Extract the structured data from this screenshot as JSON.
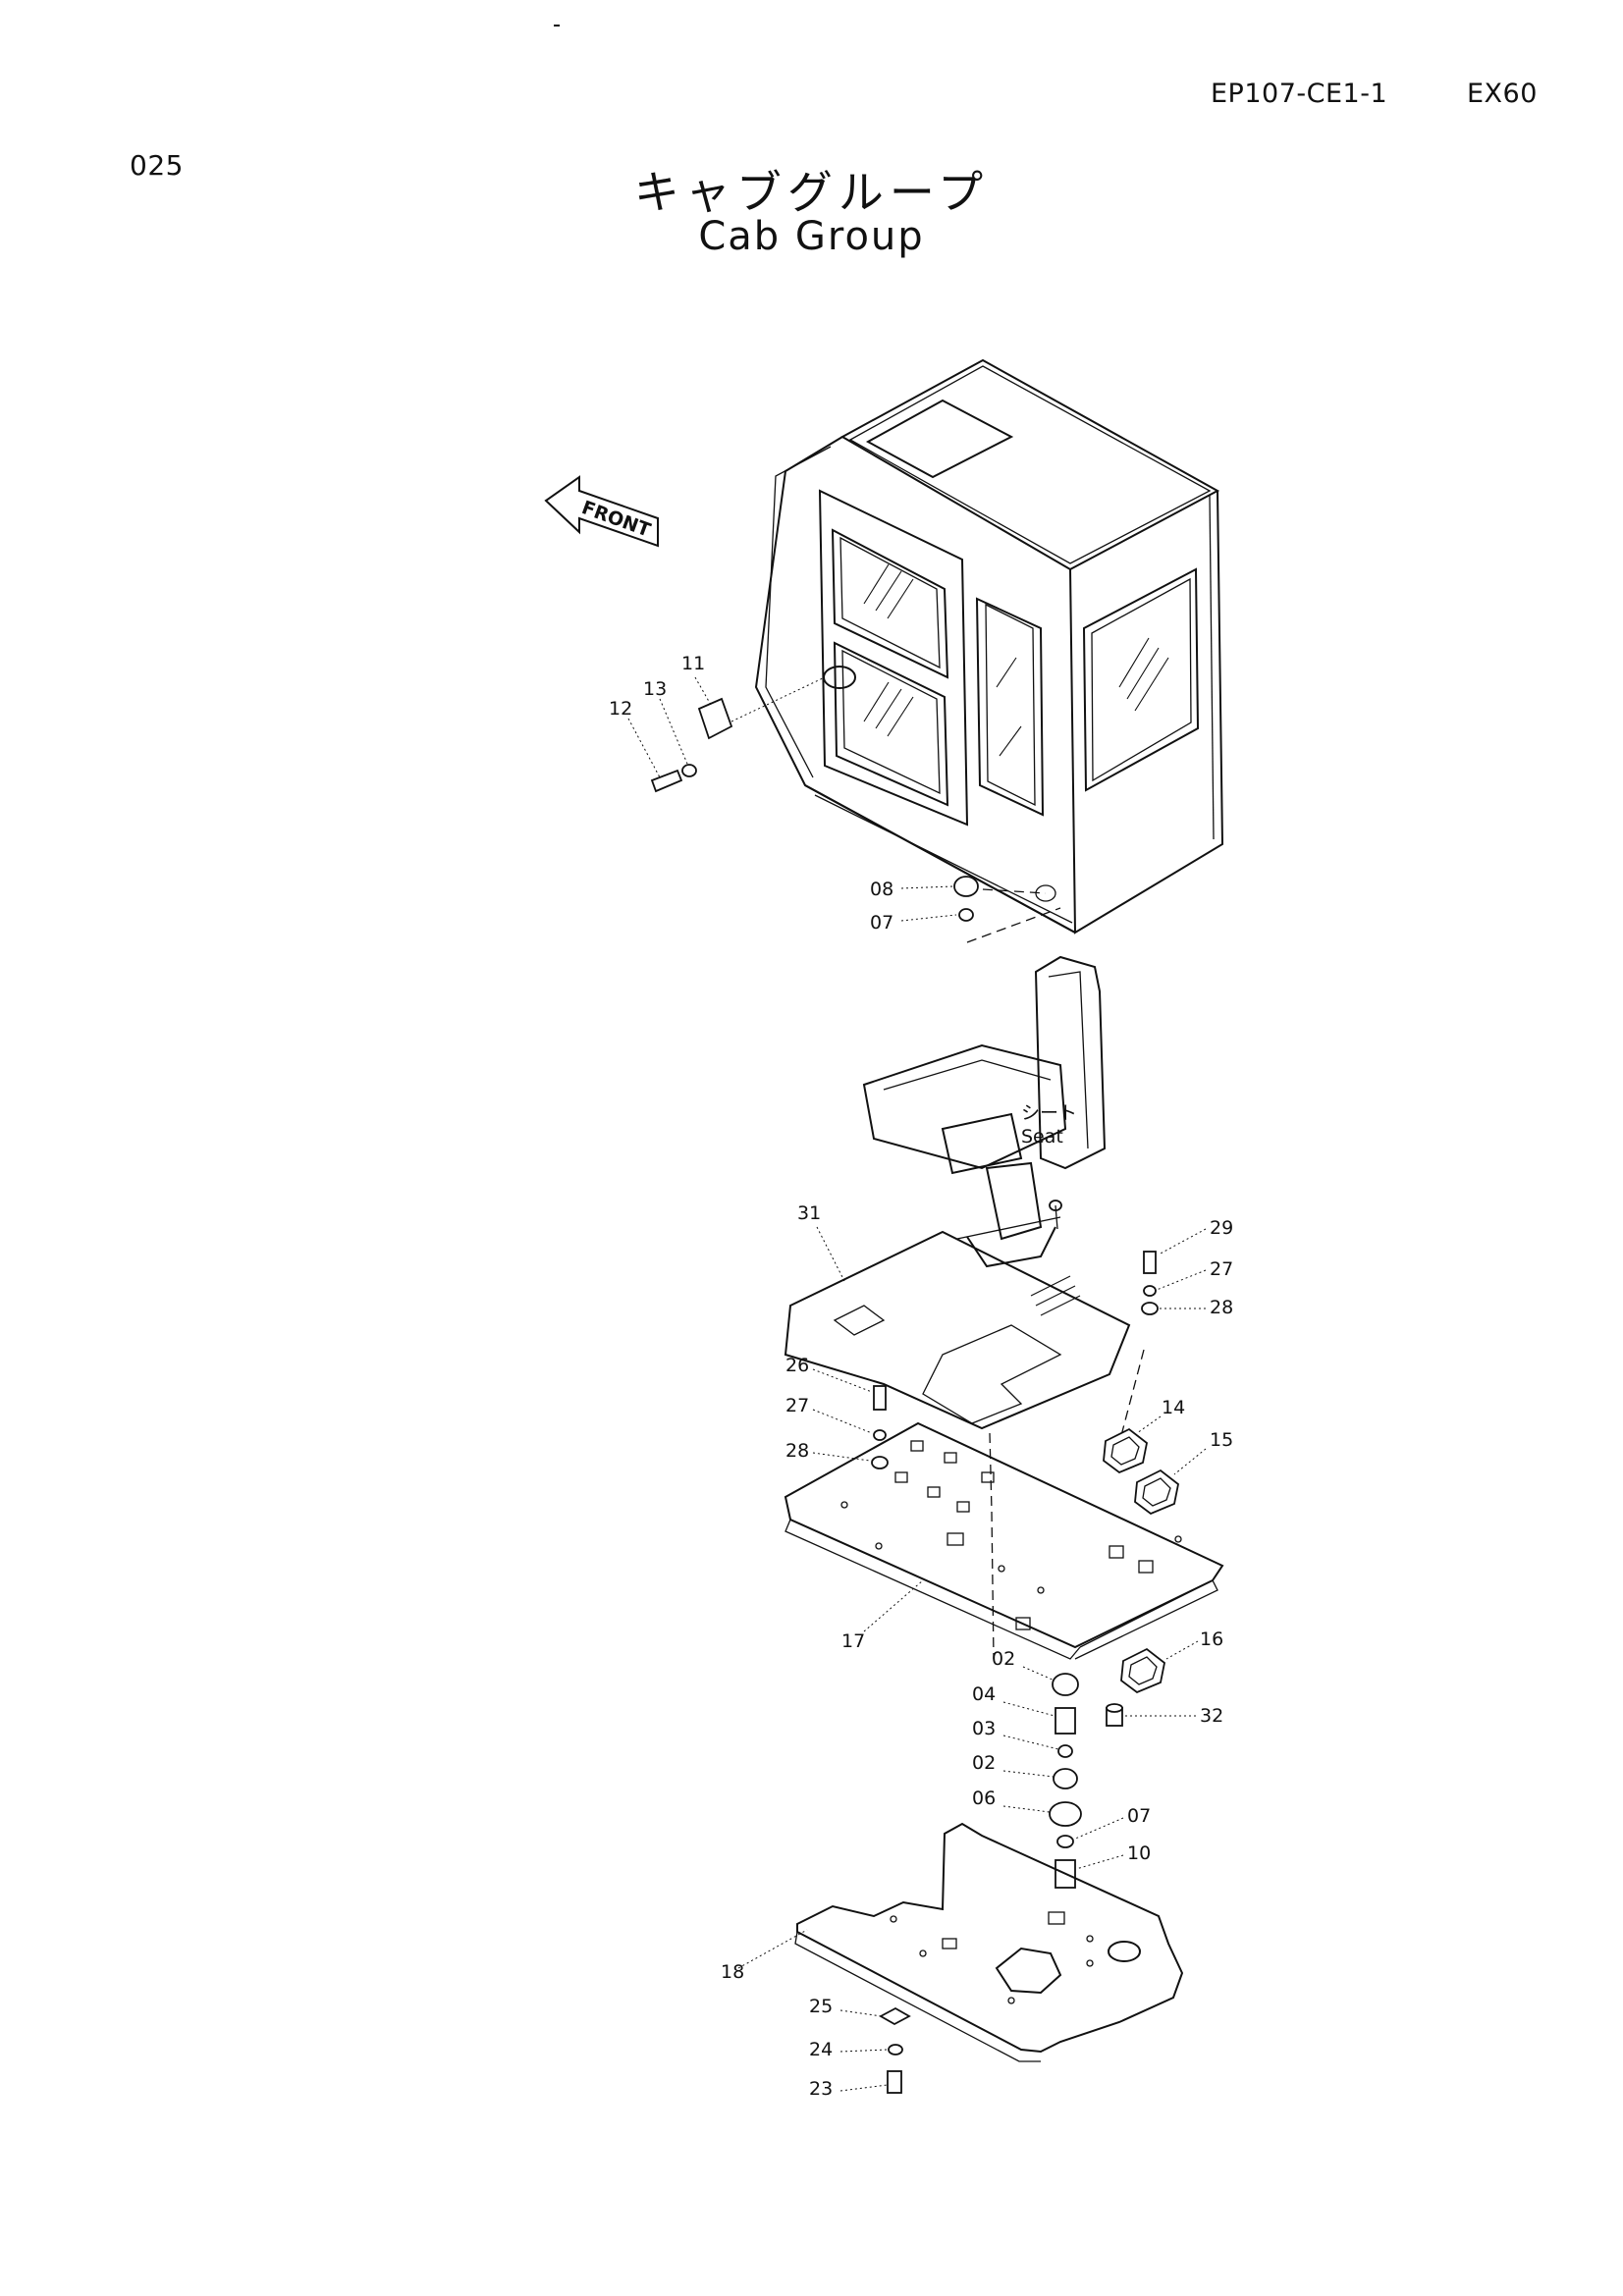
{
  "header": {
    "doc_code": "EP107-CE1-1",
    "model": "EX60",
    "page_number": "025"
  },
  "title": {
    "japanese": "キャブグループ",
    "english": "Cab Group"
  },
  "diagram": {
    "front_arrow_label": "FRONT",
    "seat_label_jp": "シート",
    "seat_label_en": "Seat",
    "callouts": {
      "c11": "11",
      "c12": "12",
      "c13": "13",
      "c08": "08",
      "c07a": "07",
      "c31": "31",
      "c29": "29",
      "c27a": "27",
      "c28a": "28",
      "c26": "26",
      "c27b": "27",
      "c28b": "28",
      "c14": "14",
      "c15": "15",
      "c17": "17",
      "c16": "16",
      "c02a": "02",
      "c04": "04",
      "c03": "03",
      "c02b": "02",
      "c32": "32",
      "c06": "06",
      "c07b": "07",
      "c10": "10",
      "c18": "18",
      "c25": "25",
      "c24": "24",
      "c23": "23"
    }
  }
}
